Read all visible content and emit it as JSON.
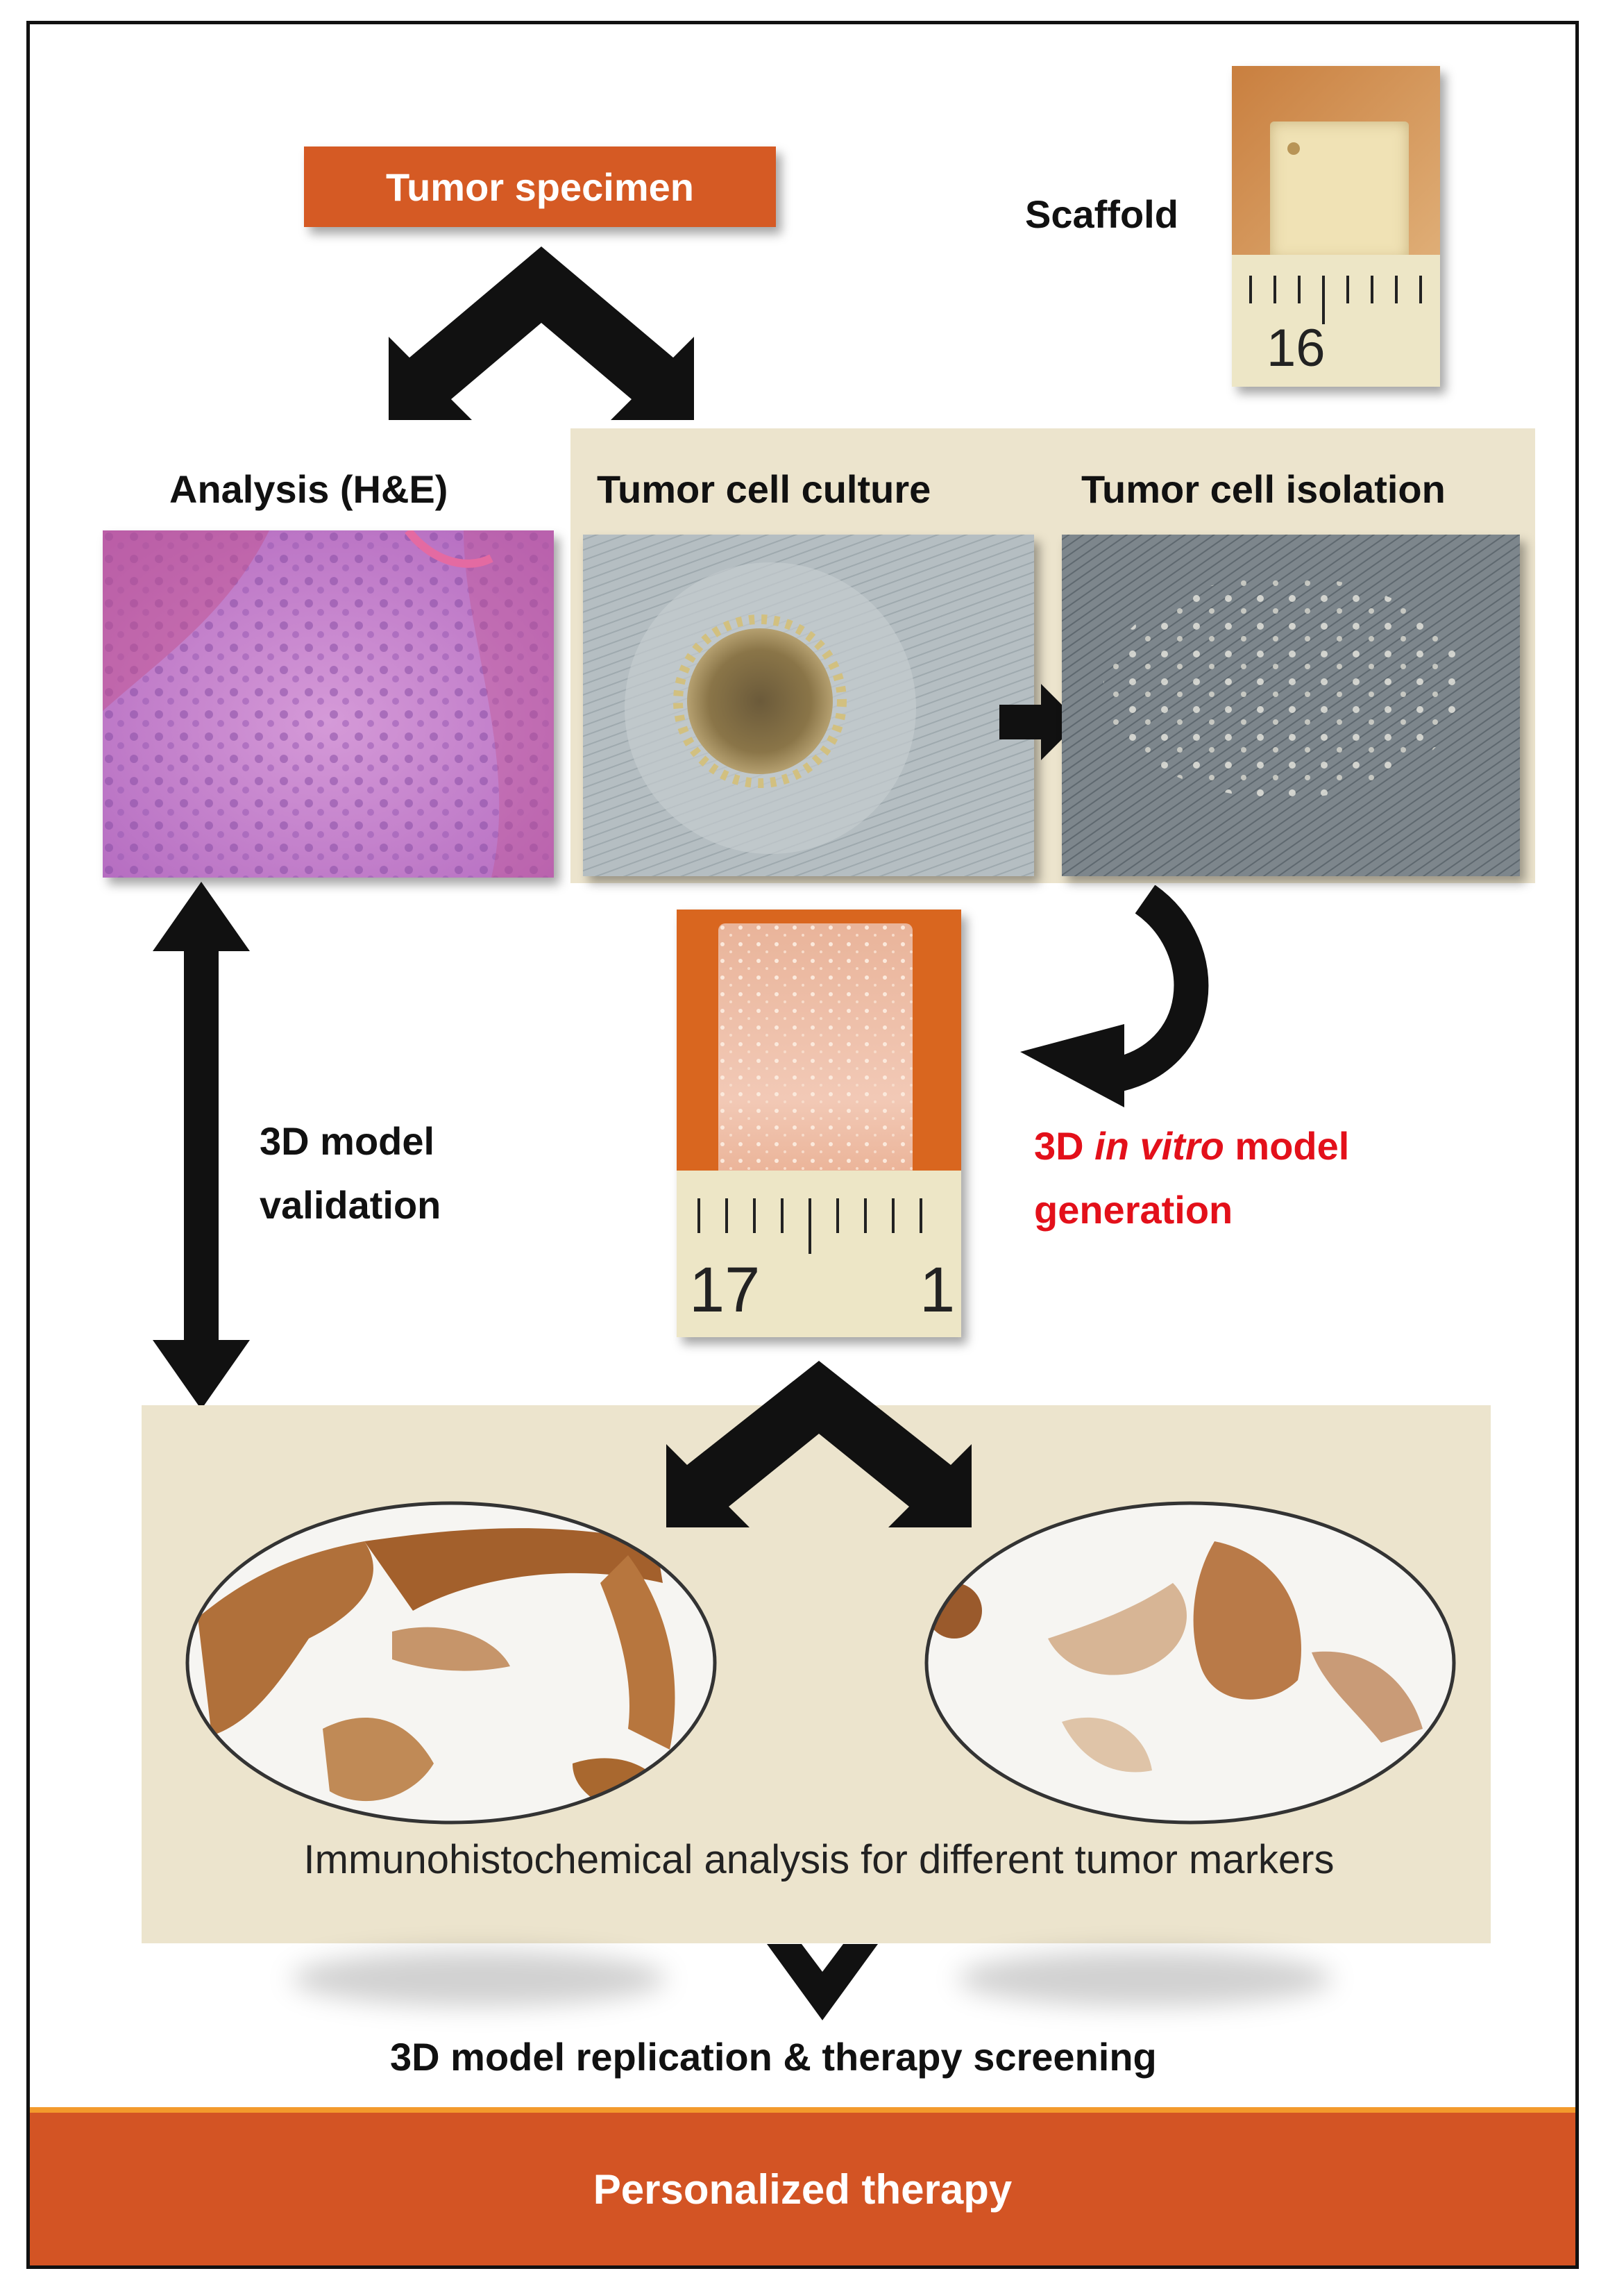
{
  "specimen_label": "Tumor specimen",
  "scaffold_label": "Scaffold",
  "analysis_label": "Analysis (H&E)",
  "culture_label": "Tumor cell culture",
  "isolation_label": "Tumor cell isolation",
  "validation_label": [
    "3D model",
    "validation"
  ],
  "generation_label": {
    "prefix": "3D ",
    "italic": "in vitro",
    "suffix": " model",
    "line2": "generation"
  },
  "ihc_caption": "Immunohistochemical analysis for different tumor markers",
  "replication_label": "3D model replication & therapy screening",
  "bottom_label": "Personalized therapy",
  "scaffold_ruler": {
    "number": "16"
  },
  "model_ruler": {
    "number": "17",
    "number2": "1"
  },
  "colors": {
    "accent_orange": "#d55a24",
    "panel_beige": "#ece4cd",
    "red_text": "#e3101a",
    "bar_stripe": "#f39a2c"
  }
}
